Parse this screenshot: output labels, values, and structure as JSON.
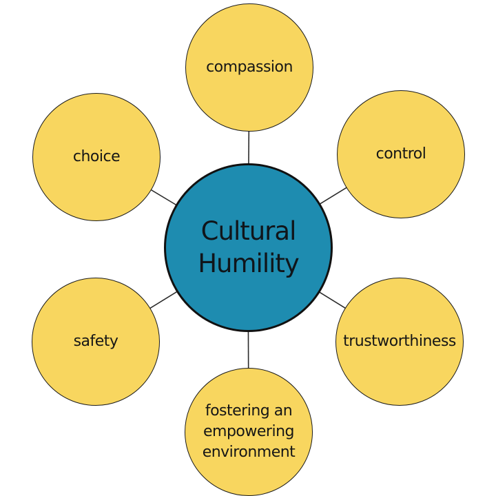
{
  "diagram": {
    "type": "hub-and-spoke",
    "center": {
      "label": "Cultural Humility",
      "fill_color": "#1e8cb0",
      "outline_color": "#111111",
      "text_color": "#10151a"
    },
    "satellites": [
      {
        "label": "compassion",
        "position": "top"
      },
      {
        "label": "control",
        "position": "top-right"
      },
      {
        "label": "trustworthiness",
        "position": "bottom-right"
      },
      {
        "label": "fostering an empowering environment",
        "position": "bottom"
      },
      {
        "label": "safety",
        "position": "bottom-left"
      },
      {
        "label": "choice",
        "position": "top-left"
      }
    ],
    "satellite_fill_color": "#f8d65f",
    "satellite_outline_color": "#1a1a1a",
    "connector_color": "#2a2a2a",
    "background_color": "#ffffff"
  }
}
